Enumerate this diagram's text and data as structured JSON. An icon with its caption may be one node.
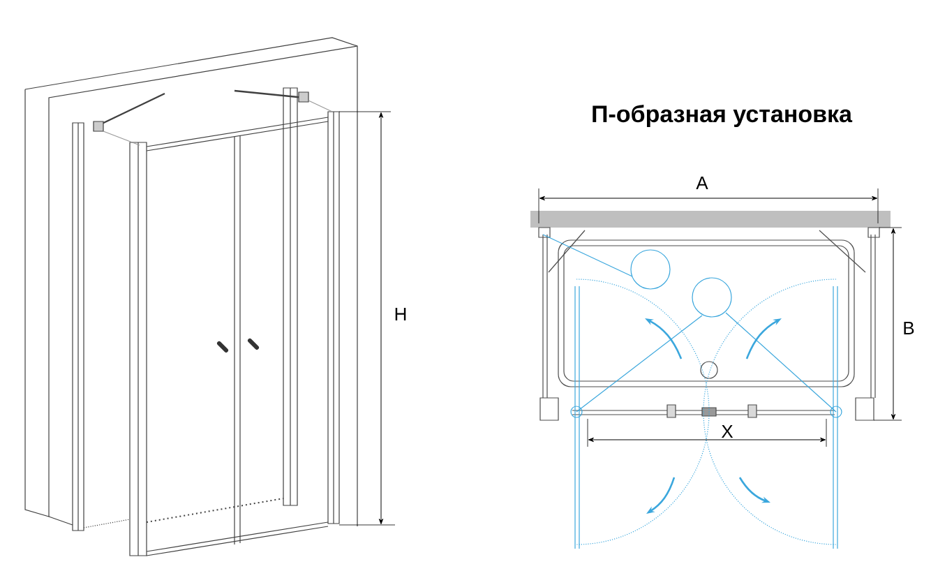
{
  "diagram": {
    "title": "П-образная установка",
    "labels": [
      "H",
      "A",
      "B",
      "X"
    ]
  }
}
